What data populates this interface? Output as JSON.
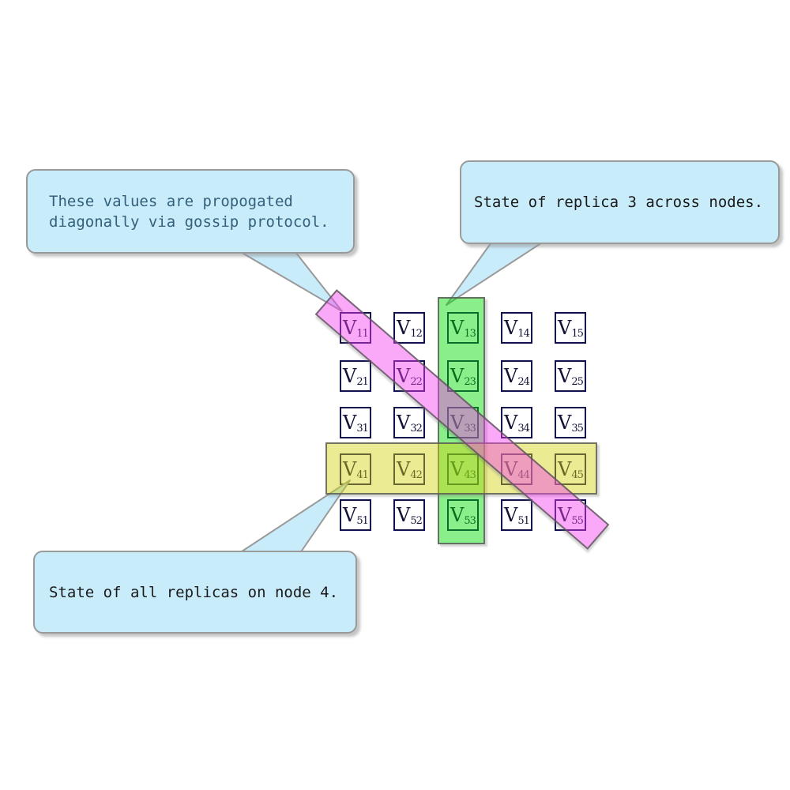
{
  "grid": {
    "cell_base": "V",
    "rows": [
      [
        "11",
        "12",
        "13",
        "14",
        "15"
      ],
      [
        "21",
        "22",
        "23",
        "24",
        "25"
      ],
      [
        "31",
        "32",
        "33",
        "34",
        "35"
      ],
      [
        "41",
        "42",
        "43",
        "44",
        "45"
      ],
      [
        "51",
        "52",
        "53",
        "51",
        "55"
      ]
    ]
  },
  "callouts": {
    "gossip": {
      "line1": "These values are propogated",
      "line2": "diagonally via gossip protocol."
    },
    "replica": {
      "text": "State of replica 3 across nodes."
    },
    "node": {
      "text": "State of all replicas on node 4."
    }
  },
  "highlights": {
    "column": {
      "name": "replica-3-column",
      "appearance": "translucent green vertical band over column 3"
    },
    "row": {
      "name": "node-4-row",
      "appearance": "translucent yellow horizontal band over row 4"
    },
    "diagonal": {
      "name": "gossip-diagonal",
      "appearance": "translucent magenta diagonal band over cells V11 V22 V33 V44 V55"
    }
  },
  "colors": {
    "callout_bg": "#c9ecfb",
    "callout_border": "#9a9a9a",
    "gossip_text": "#33607a",
    "note_text": "#1a1a1a",
    "cell_border": "#10104f",
    "cell_text": "#111138",
    "band_border": "rgba(85,85,85,0.8)",
    "green_fill": "rgba(0,218,0,0.46)",
    "yellow_fill": "rgba(210,210,15,0.45)",
    "magenta_fill": "rgba(243,62,240,0.45)"
  }
}
